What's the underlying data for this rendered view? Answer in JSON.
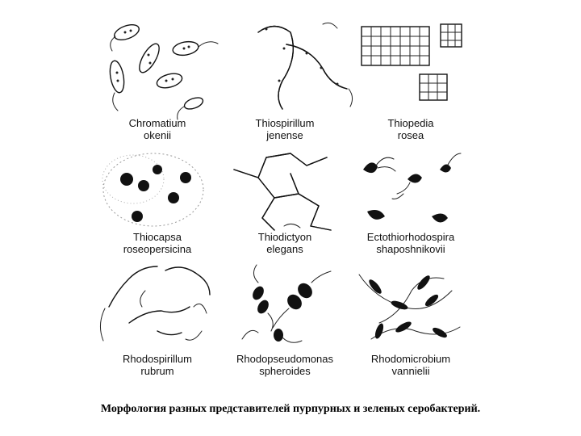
{
  "caption": "Морфология разных представителей пурпурных и зеленых серобактерий.",
  "organisms": [
    {
      "genus": "Chromatium",
      "species": "okenii",
      "sketch": "chromatium"
    },
    {
      "genus": "Thiospirillum",
      "species": "jenense",
      "sketch": "thiospirillum"
    },
    {
      "genus": "Thiopedia",
      "species": "rosea",
      "sketch": "thiopedia"
    },
    {
      "genus": "Thiocapsa",
      "species": "roseopersicina",
      "sketch": "thiocapsa"
    },
    {
      "genus": "Thiodictyon",
      "species": "elegans",
      "sketch": "thiodictyon"
    },
    {
      "genus": "Ectothiorhodospira",
      "species": "shaposhnikovii",
      "sketch": "ectothiorhodospira"
    },
    {
      "genus": "Rhodospirillum",
      "species": "rubrum",
      "sketch": "rhodospirillum"
    },
    {
      "genus": "Rhodopseudomonas",
      "species": "spheroides",
      "sketch": "rhodopseudomonas"
    },
    {
      "genus": "Rhodomicrobium",
      "species": "vannielii",
      "sketch": "rhodomicrobium"
    }
  ]
}
